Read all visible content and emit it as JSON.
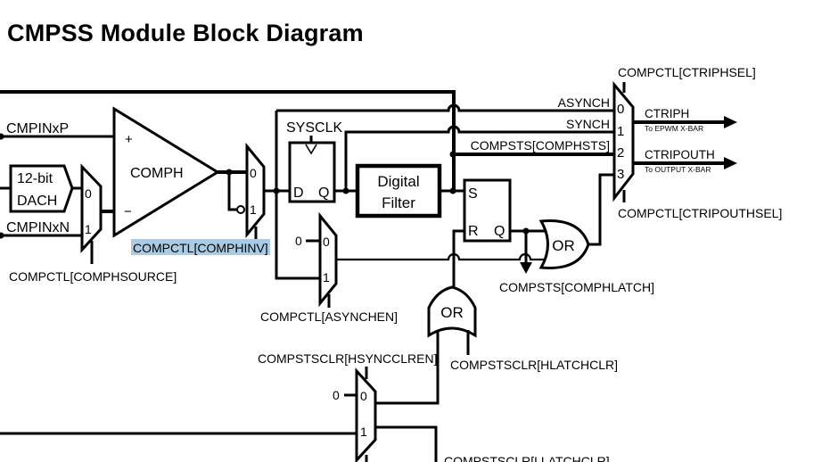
{
  "title": "CMPSS Module Block Diagram",
  "inputs": {
    "cmpinxp": "CMPINxP",
    "cmpinxn": "CMPINxN"
  },
  "dac": {
    "line1": "12-bit",
    "line2": "DACH"
  },
  "comparator": {
    "label": "COMPH",
    "plus": "+",
    "minus": "−"
  },
  "source_mux": {
    "in0": "0",
    "in1": "1",
    "select": "COMPCTL[COMPHSOURCE]"
  },
  "inv_mux": {
    "in0": "0",
    "in1": "1",
    "select": "COMPCTL[COMPHINV]",
    "select_highlight": "#a9cbe3"
  },
  "flipflop": {
    "clock": "SYSCLK",
    "d": "D",
    "q": "Q"
  },
  "filter": {
    "line1": "Digital",
    "line2": "Filter"
  },
  "async_mux": {
    "const_in": "0",
    "in0": "0",
    "in1": "1",
    "select": "COMPCTL[ASYNCHEN]"
  },
  "latch": {
    "s": "S",
    "r": "R",
    "q": "Q"
  },
  "or_output": {
    "label": "OR"
  },
  "or_reset": {
    "label": "OR",
    "input": "COMPSTSCLR[HLATCHCLR]"
  },
  "status_latch": "COMPSTS[COMPHLATCH]",
  "sync_clr_mux": {
    "select": "COMPSTSCLR[HSYNCCLREN]",
    "const_in": "0",
    "in0": "0",
    "in1": "1"
  },
  "bottom_label": "COMPSTSCLR[LLATCHCLR]",
  "output_mux": {
    "select_top": "COMPCTL[CTRIPHSEL]",
    "select_bottom": "COMPCTL[CTRIPOUTHSEL]",
    "inputs": [
      {
        "index": "0",
        "signal": "ASYNCH"
      },
      {
        "index": "1",
        "signal": "SYNCH"
      },
      {
        "index": "2",
        "signal": "COMPSTS[COMPHSTS]"
      },
      {
        "index": "3",
        "signal": ""
      }
    ]
  },
  "outputs": [
    {
      "name": "CTRIPH",
      "destination": "To EPWM X-BAR"
    },
    {
      "name": "CTRIPOUTH",
      "destination": "To OUTPUT X-BAR"
    }
  ]
}
